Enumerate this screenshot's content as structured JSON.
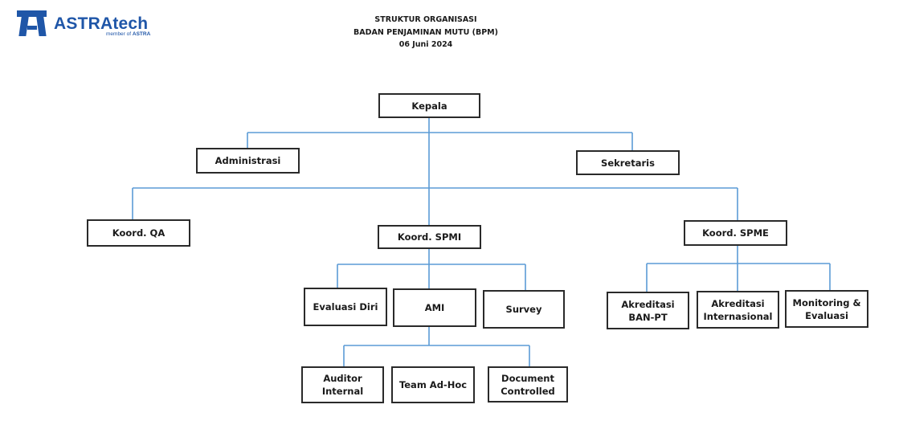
{
  "logo": {
    "brand": "ASTRAtech",
    "tagline_prefix": "member of",
    "tagline_brand": "ASTRA"
  },
  "header": {
    "title": "STRUKTUR ORGANISASI",
    "subtitle": "BADAN PENJAMINAN MUTU (BPM)",
    "date": "06 Juni 2024"
  },
  "colors": {
    "connector": "#5b9bd5",
    "box_border": "#2a2a2a",
    "logo": "#1f56a8"
  },
  "nodes": {
    "kepala": {
      "line1": "Kepala"
    },
    "administrasi": {
      "line1": "Administrasi"
    },
    "sekretaris": {
      "line1": "Sekretaris"
    },
    "koord_qa": {
      "line1": "Koord. QA"
    },
    "koord_spmi": {
      "line1": "Koord. SPMI"
    },
    "koord_spme": {
      "line1": "Koord. SPME"
    },
    "evaluasi_diri": {
      "line1": "Evaluasi Diri"
    },
    "ami": {
      "line1": "AMI"
    },
    "survey": {
      "line1": "Survey"
    },
    "akreditasi_banpt": {
      "line1": "Akreditasi",
      "line2": "BAN-PT"
    },
    "akreditasi_internasional": {
      "line1": "Akreditasi",
      "line2": "Internasional"
    },
    "monitoring_evaluasi": {
      "line1": "Monitoring &",
      "line2": "Evaluasi"
    },
    "auditor_internal": {
      "line1": "Auditor",
      "line2": "Internal"
    },
    "team_adhoc": {
      "line1": "Team Ad-Hoc"
    },
    "document_controlled": {
      "line1": "Document",
      "line2": "Controlled"
    }
  }
}
